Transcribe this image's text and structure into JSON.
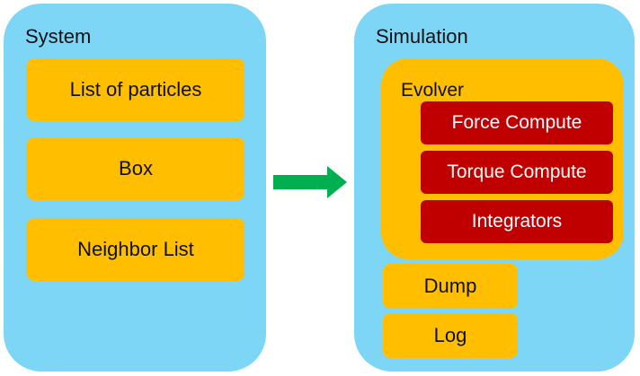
{
  "system": {
    "title": "System",
    "items": [
      {
        "label": "List of particles"
      },
      {
        "label": "Box"
      },
      {
        "label": "Neighbor List"
      }
    ]
  },
  "simulation": {
    "title": "Simulation",
    "evolver": {
      "title": "Evolver",
      "items": [
        {
          "label": "Force Compute"
        },
        {
          "label": "Torque Compute"
        },
        {
          "label": "Integrators"
        }
      ]
    },
    "items": [
      {
        "label": "Dump"
      },
      {
        "label": "Log"
      }
    ]
  },
  "colors": {
    "panel": "#7ed6f7",
    "box": "#ffbf00",
    "evolver_item": "#c00000",
    "arrow": "#00b050"
  }
}
